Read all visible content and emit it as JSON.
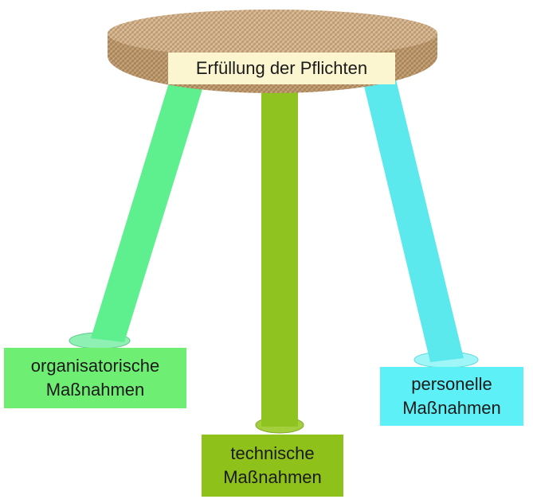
{
  "seat": {
    "label": "Erfüllung der Pflichten"
  },
  "legs": [
    {
      "id": "organisatorisch",
      "line1": "organisatorische",
      "line2": "Maßnahmen",
      "color": "#6fee74"
    },
    {
      "id": "technisch",
      "line1": "technische",
      "line2": "Maßnahmen",
      "color": "#8ec21b"
    },
    {
      "id": "personell",
      "line1": "personelle",
      "line2": "Maßnahmen",
      "color": "#5df0f6"
    }
  ],
  "colors": {
    "seat_wood": "#c7a47a",
    "seat_label_bg": "#fbf6cf",
    "leg_left": "#6fee74",
    "leg_center": "#8ec21b",
    "leg_right": "#5df0f6"
  }
}
